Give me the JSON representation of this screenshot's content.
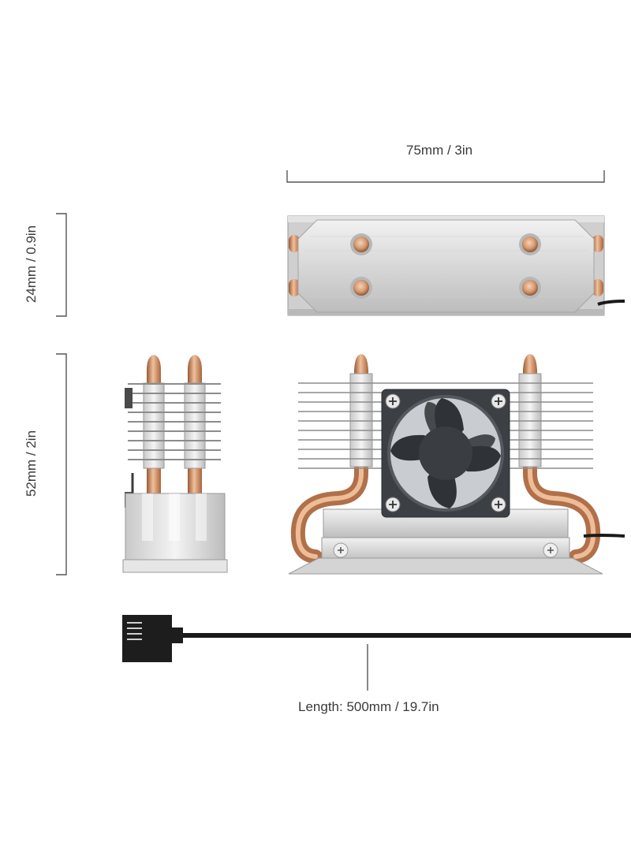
{
  "dimensions": {
    "width_label": "75mm / 3in",
    "height_top_label": "24mm / 0.9in",
    "height_side_label": "52mm / 2in",
    "cable_length_label": "Length: 500mm / 19.7in"
  },
  "colors": {
    "line": "#555555",
    "aluminium": "#d9d9d9",
    "copper": "#c98a5e",
    "fan": "#3c3f44",
    "cable": "#1a1a1a"
  },
  "icons": [
    "top-view-heatsink",
    "side-view-heatsink",
    "front-view-heatsink-fan",
    "fan-connector-cable"
  ]
}
